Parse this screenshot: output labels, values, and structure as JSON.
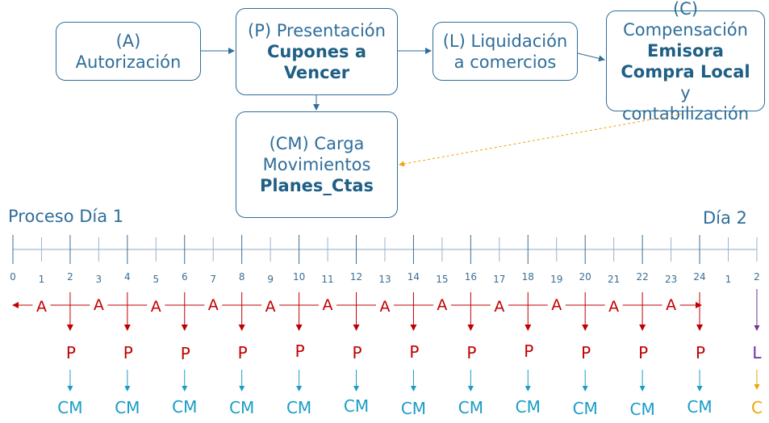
{
  "boxes": {
    "a": {
      "line1": "(A)",
      "line2": "Autorización"
    },
    "p": {
      "line1": "(P) Presentación",
      "bold": "Cupones a Vencer"
    },
    "l": {
      "line1": "(L) Liquidación",
      "line2": "a comercios"
    },
    "c": {
      "line1": "(C)",
      "line2": "Compensación",
      "bold1": "Emisora",
      "bold2": "Compra Local",
      "line3": "y",
      "line4": "contabilización"
    },
    "cm": {
      "line1": "(CM) Carga",
      "line2": "Movimientos",
      "bold": "Planes_Ctas"
    }
  },
  "timeline": {
    "day1_label": "Proceso Día 1",
    "day2_label": "Día 2",
    "ticks": [
      "0",
      "1",
      "2",
      "3",
      "4",
      "5",
      "6",
      "7",
      "8",
      "9",
      "10",
      "11",
      "12",
      "13",
      "14",
      "15",
      "16",
      "17",
      "18",
      "19",
      "20",
      "21",
      "22",
      "23",
      "24",
      "1",
      "2"
    ],
    "a_label": "A",
    "p_label": "P",
    "cm_label": "CM",
    "l_label": "L",
    "c_label": "C"
  },
  "colors": {
    "box_border": "#2e6e9a",
    "a_arrows": "#c00000",
    "p_to_cm": "#1a9cc6",
    "l_label": "#7030a0",
    "c_label": "#f0a30a",
    "compensation_link": "#f0a30a"
  }
}
